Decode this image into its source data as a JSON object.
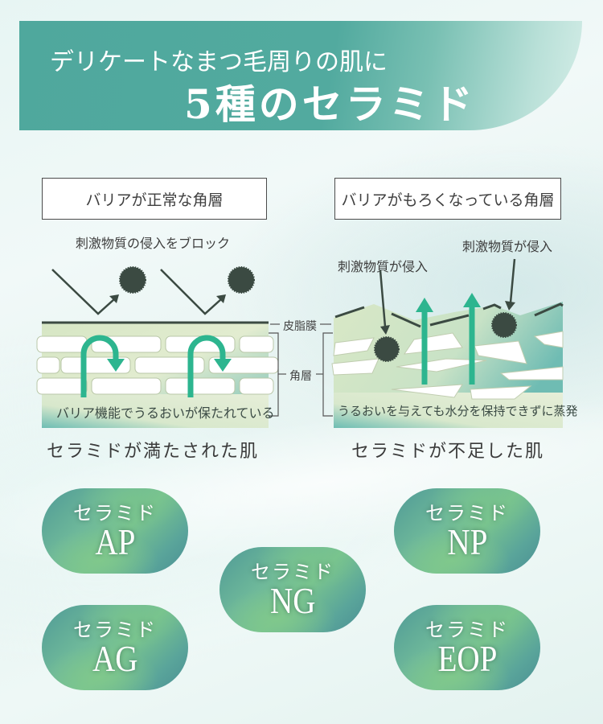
{
  "banner": {
    "line1": "デリケートなまつ毛周りの肌に",
    "line2": "5種のセラミド"
  },
  "left_panel": {
    "title": "バリアが正常な角層",
    "caption_top": "刺激物質の侵入をブロック",
    "diagram_text": "バリア機能でうるおいが保たれている",
    "caption_bottom": "セラミドが満たされた肌"
  },
  "right_panel": {
    "title": "バリアがもろくなっている角層",
    "caption_left": "刺激物質が侵入",
    "caption_right": "刺激物質が侵入",
    "diagram_text": "うるおいを与えても水分を保持できずに蒸発",
    "caption_bottom": "セラミドが不足した肌"
  },
  "layer_labels": {
    "sebum": "皮脂膜",
    "stratum": "角層"
  },
  "ceramides": [
    {
      "prefix": "セラミド",
      "type": "AP"
    },
    {
      "prefix": "セラミド",
      "type": "NP"
    },
    {
      "prefix": "セラミド",
      "type": "NG"
    },
    {
      "prefix": "セラミド",
      "type": "AG"
    },
    {
      "prefix": "セラミド",
      "type": "EOP"
    }
  ],
  "colors": {
    "banner_teal": "#52aa9f",
    "arrow_green": "#2db58f",
    "particle_dark": "#3b4a42",
    "pill_green": "#6fb99a"
  }
}
